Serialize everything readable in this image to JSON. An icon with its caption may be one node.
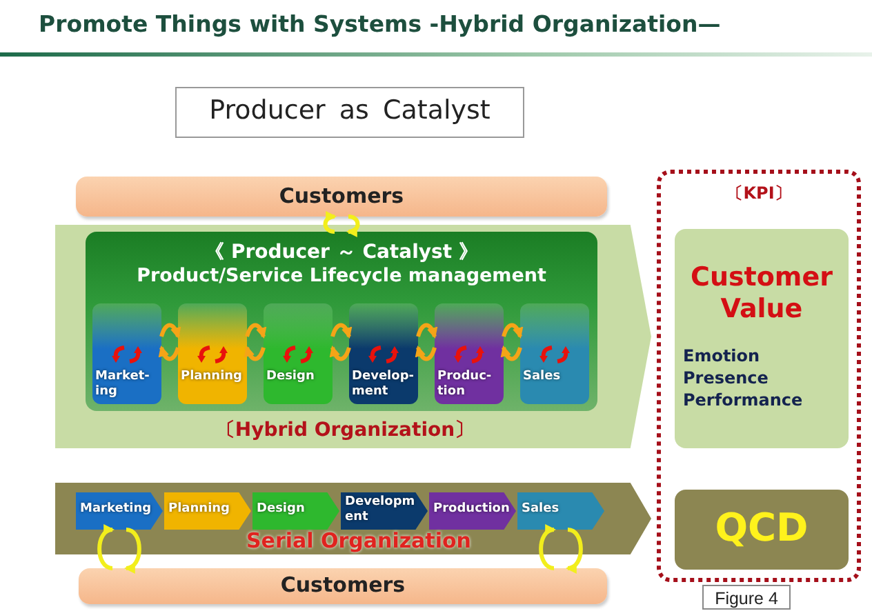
{
  "diagram": {
    "title": "Promote Things with Systems -Hybrid Organization—",
    "caption": "Figure 4",
    "nodes": [
      {
        "text": [
          "Producer as Catalyst"
        ]
      },
      {
        "text": [
          "Customers"
        ]
      },
      {
        "text": [
          "〔Hybrid Organization〕"
        ]
      },
      {
        "text": [
          "《 Producer ～ Catalyst 》",
          "Product/Service Lifecycle management"
        ],
        "in": 2
      },
      {
        "text": [
          "Market- ing"
        ],
        "in": 3
      },
      {
        "text": [
          "Planning"
        ],
        "in": 3
      },
      {
        "text": [
          "Design"
        ],
        "in": 3
      },
      {
        "text": [
          "Develop- ment"
        ],
        "in": 3
      },
      {
        "text": [
          "Produc- tion"
        ],
        "in": 3
      },
      {
        "text": [
          "Sales"
        ],
        "in": 3
      },
      {
        "text": [
          "Serial Organization"
        ]
      },
      {
        "text": [
          "Marketing"
        ],
        "in": 10
      },
      {
        "text": [
          "Planning"
        ],
        "in": 10
      },
      {
        "text": [
          "Design"
        ],
        "in": 10
      },
      {
        "text": [
          "Developm ent"
        ],
        "in": 10
      },
      {
        "text": [
          "Production"
        ],
        "in": 10
      },
      {
        "text": [
          "Sales"
        ],
        "in": 10
      },
      {
        "text": [
          "Customers"
        ]
      },
      {
        "text": [
          "〔KPI〕"
        ]
      },
      {
        "text": [
          "Customer Value",
          "Emotion Presence Performance"
        ],
        "in": 18
      },
      {
        "text": [
          "QCD"
        ],
        "in": 18
      }
    ],
    "edges": [
      {
        "from": 1,
        "to": 3,
        "arrow": "to",
        "color": "#f2ee1c"
      },
      {
        "from": 3,
        "to": 1,
        "arrow": "to",
        "color": "#f2ee1c"
      },
      {
        "from": 4,
        "to": 5,
        "arrow": "to"
      },
      {
        "from": 5,
        "to": 4,
        "arrow": "to"
      },
      {
        "from": 5,
        "to": 6,
        "arrow": "to"
      },
      {
        "from": 6,
        "to": 5,
        "arrow": "to"
      },
      {
        "from": 6,
        "to": 7,
        "arrow": "to"
      },
      {
        "from": 7,
        "to": 6,
        "arrow": "to"
      },
      {
        "from": 7,
        "to": 8,
        "arrow": "to"
      },
      {
        "from": 8,
        "to": 7,
        "arrow": "to"
      },
      {
        "from": 8,
        "to": 9,
        "arrow": "to"
      },
      {
        "from": 9,
        "to": 8,
        "arrow": "to"
      },
      {
        "from": 11,
        "to": 17,
        "arrow": "to",
        "color": "#f2ee1c"
      },
      {
        "from": 17,
        "to": 11,
        "arrow": "to",
        "color": "#f2ee1c"
      },
      {
        "from": 16,
        "to": 17,
        "arrow": "to",
        "color": "#f2ee1c"
      },
      {
        "from": 17,
        "to": 16,
        "arrow": "to",
        "color": "#f2ee1c"
      }
    ]
  }
}
